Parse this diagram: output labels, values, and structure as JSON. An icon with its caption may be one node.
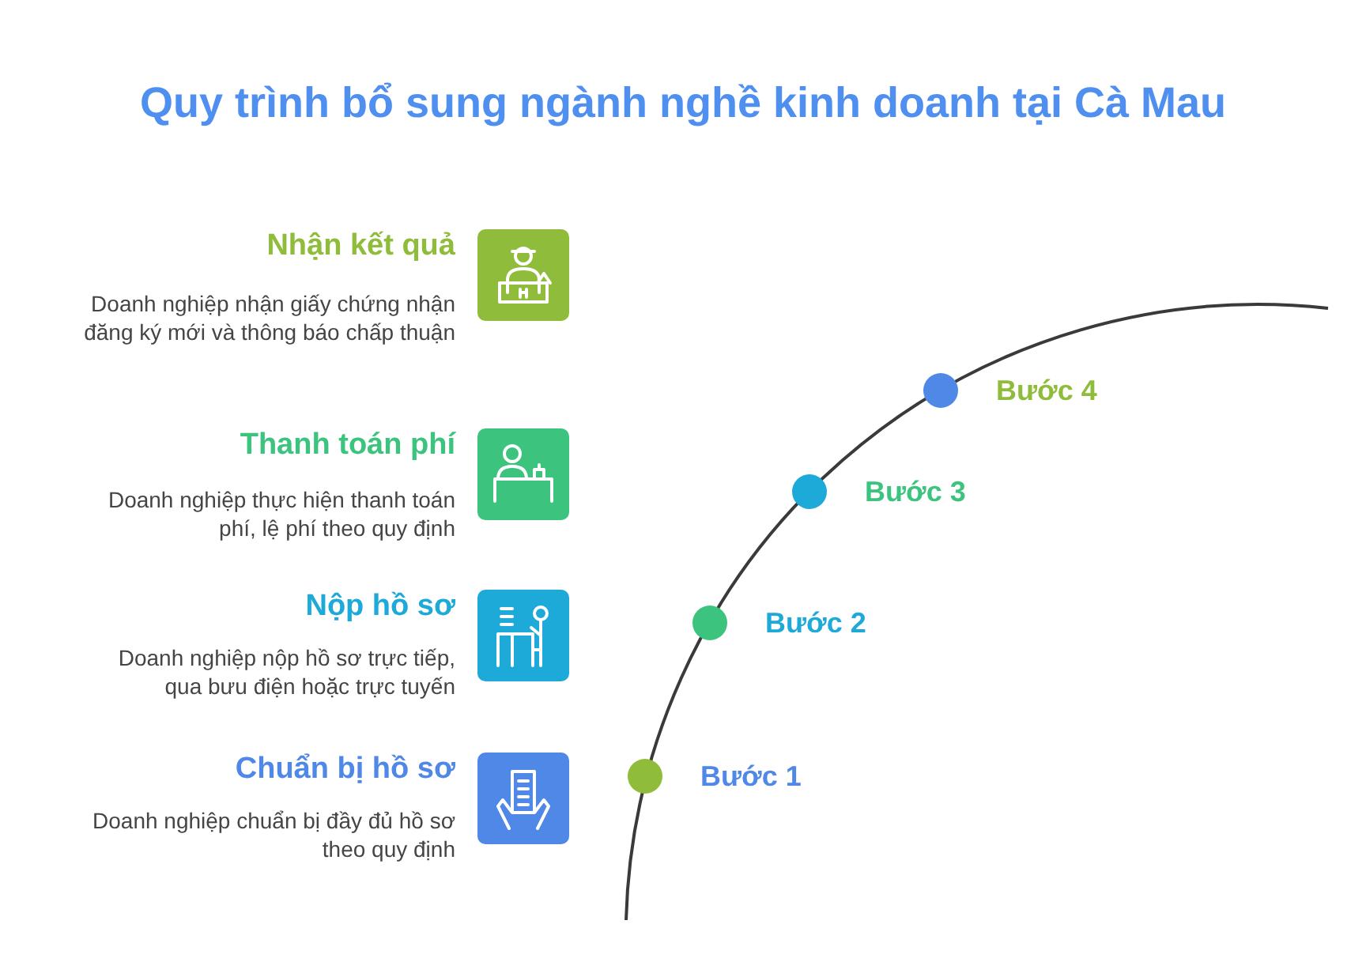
{
  "diagram": {
    "title": "Quy trình bổ sung ngành nghề kinh doanh tại Cà Mau",
    "nodes": [
      {
        "text": [
          "Nhận kết quả",
          "Doanh nghiệp nhận giấy chứng nhận đăng ký mới và thông báo chấp thuận"
        ]
      },
      {
        "text": [
          "Thanh toán phí",
          "Doanh nghiệp thực hiện thanh toán phí, lệ phí theo quy định"
        ]
      },
      {
        "text": [
          "Nộp hồ sơ",
          "Doanh nghiệp nộp hồ sơ trực tiếp, qua bưu điện hoặc trực tuyến"
        ]
      },
      {
        "text": [
          "Chuẩn bị hồ sơ",
          "Doanh nghiệp chuẩn bị đầy đủ hồ sơ theo quy định"
        ]
      },
      {
        "text": [],
        "shape": "circle",
        "beside": [
          "Bước 4"
        ]
      },
      {
        "text": [],
        "shape": "circle",
        "beside": [
          "Bước 3"
        ]
      },
      {
        "text": [],
        "shape": "circle",
        "beside": [
          "Bước 2"
        ]
      },
      {
        "text": [],
        "shape": "circle",
        "beside": [
          "Bước 1"
        ]
      }
    ]
  }
}
